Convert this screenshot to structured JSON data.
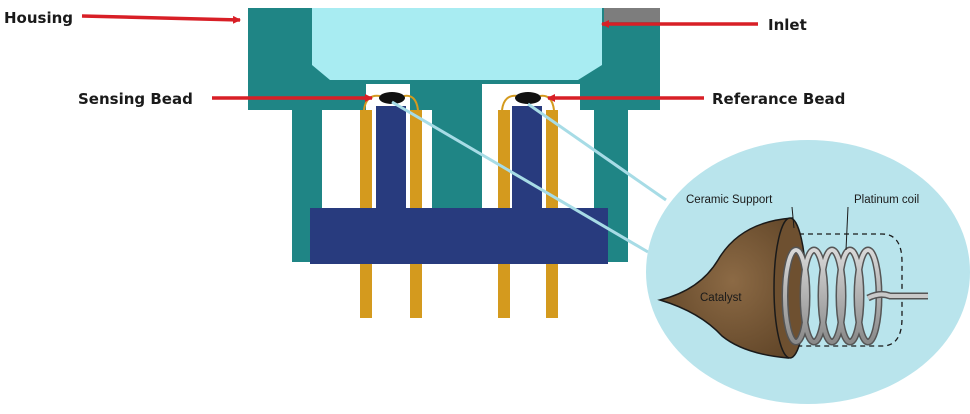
{
  "labels": {
    "housing": "Housing",
    "inlet": "Inlet",
    "sensing_bead": "Sensing Bead",
    "reference_bead": "Referance Bead"
  },
  "inset": {
    "ceramic_support": "Ceramic Support",
    "platinum_coil": "Platinum coil",
    "catalyst": "Catalyst"
  },
  "colors": {
    "housing": "#1f8585",
    "inlet_chamber": "#a8ecf2",
    "cap_grey": "#7d7d7d",
    "base_block": "#283b7e",
    "pins": "#d49a1e",
    "arrows": "#d81f26",
    "inset_bg": "#b9e4ec",
    "catalyst": "#7b5a38"
  }
}
